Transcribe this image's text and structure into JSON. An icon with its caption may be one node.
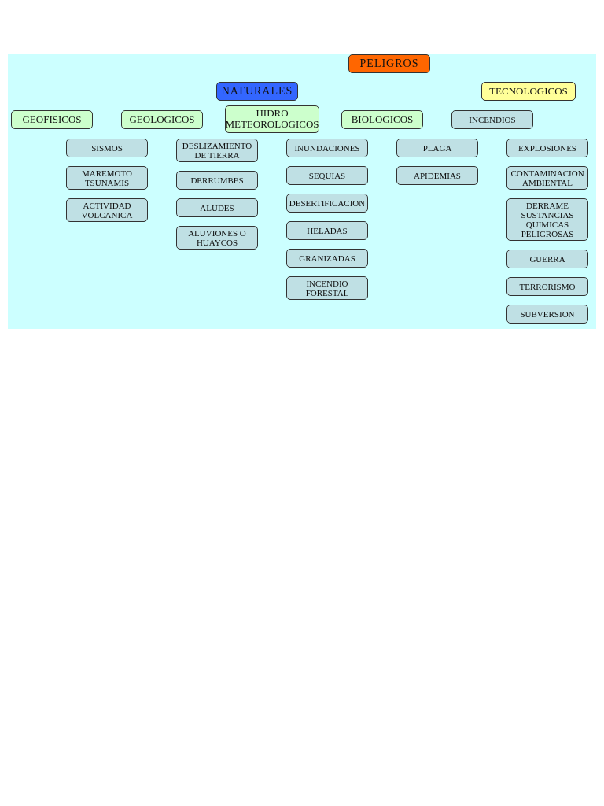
{
  "diagram": {
    "nodes": [
      {
        "text": [
          "PELIGROS"
        ]
      },
      {
        "text": [
          "NATURALES"
        ]
      },
      {
        "text": [
          "TECNOLOGICOS"
        ]
      },
      {
        "text": [
          "GEOFISICOS"
        ]
      },
      {
        "text": [
          "GEOLOGICOS"
        ]
      },
      {
        "text": [
          "HIDRO METEOROLOGICOS"
        ]
      },
      {
        "text": [
          "BIOLOGICOS"
        ]
      },
      {
        "text": [
          "INCENDIOS"
        ]
      },
      {
        "text": [
          "SISMOS"
        ]
      },
      {
        "text": [
          "MAREMOTO TSUNAMIS"
        ]
      },
      {
        "text": [
          "ACTIVIDAD VOLCANICA"
        ]
      },
      {
        "text": [
          "DESLIZAMIENTO DE TIERRA"
        ]
      },
      {
        "text": [
          "DERRUMBES"
        ]
      },
      {
        "text": [
          "ALUDES"
        ]
      },
      {
        "text": [
          "ALUVIONES O HUAYCOS"
        ]
      },
      {
        "text": [
          "INUNDACIONES"
        ]
      },
      {
        "text": [
          "SEQUIAS"
        ]
      },
      {
        "text": [
          "DESERTIFICACION"
        ]
      },
      {
        "text": [
          "HELADAS"
        ]
      },
      {
        "text": [
          "GRANIZADAS"
        ]
      },
      {
        "text": [
          "INCENDIO FORESTAL"
        ]
      },
      {
        "text": [
          "PLAGA"
        ]
      },
      {
        "text": [
          "APIDEMIAS"
        ]
      },
      {
        "text": [
          "EXPLOSIONES"
        ]
      },
      {
        "text": [
          "CONTAMINACION AMBIENTAL"
        ]
      },
      {
        "text": [
          "DERRAME SUSTANCIAS QUIMICAS PELIGROSAS"
        ]
      },
      {
        "text": [
          "GUERRA"
        ]
      },
      {
        "text": [
          "TERRORISMO"
        ]
      },
      {
        "text": [
          "SUBVERSION"
        ]
      }
    ]
  }
}
